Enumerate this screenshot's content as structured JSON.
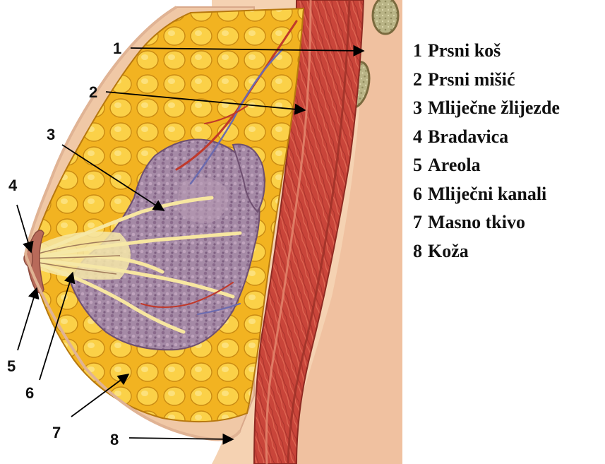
{
  "legend": [
    {
      "number": "1",
      "label": "Prsni koš"
    },
    {
      "number": "2",
      "label": "Prsni mišić"
    },
    {
      "number": "3",
      "label": "Mliječne žlijezde"
    },
    {
      "number": "4",
      "label": "Bradavica"
    },
    {
      "number": "5",
      "label": "Areola"
    },
    {
      "number": "6",
      "label": "Mliječni kanali"
    },
    {
      "number": "7",
      "label": "Masno tkivo"
    },
    {
      "number": "8",
      "label": "Koža"
    }
  ],
  "callouts": [
    "1",
    "2",
    "3",
    "4",
    "5",
    "6",
    "7",
    "8"
  ],
  "colors": {
    "skin": "#f5d2b2",
    "fat": "#f2b321",
    "fat_light": "#fbd45a",
    "gland": "#9c7c9e",
    "duct": "#f7e6a0",
    "muscle": "#c9453a",
    "rib": "#bdb98c"
  }
}
